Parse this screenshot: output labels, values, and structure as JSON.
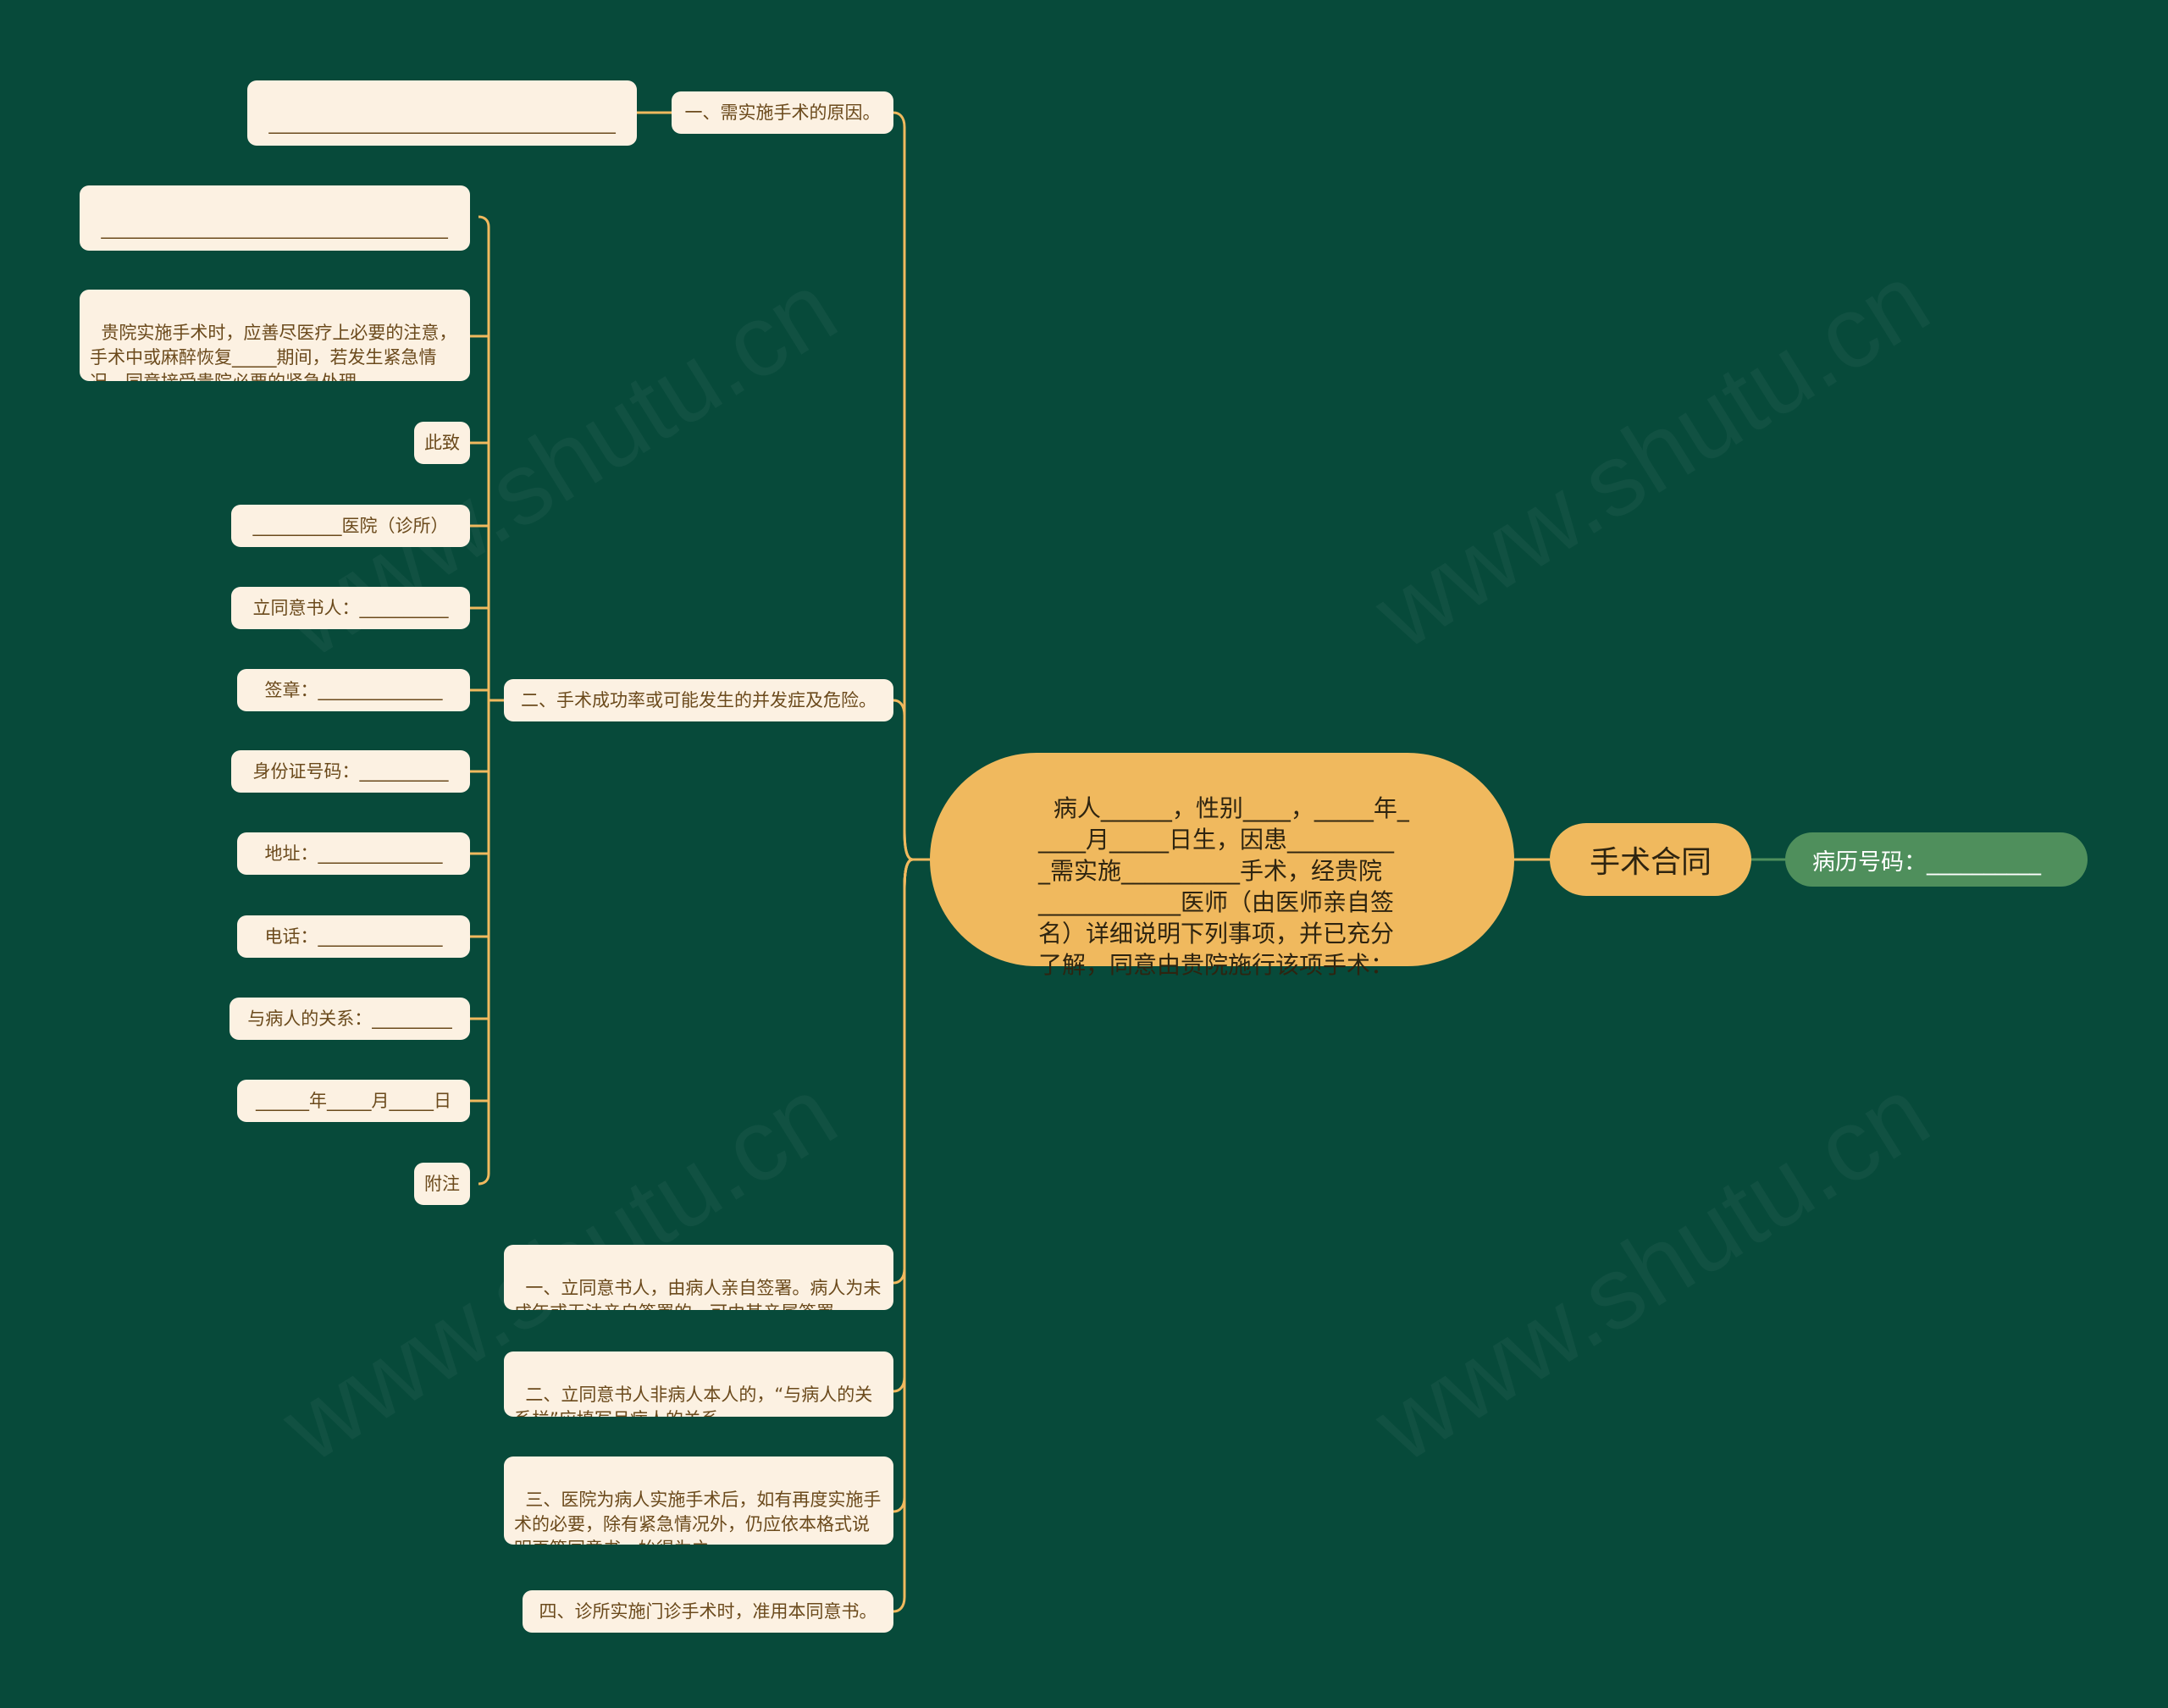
{
  "root": {
    "label": "手术合同"
  },
  "record_number": {
    "label": "病历号码：__________"
  },
  "center": {
    "text": "病人______，性别____，_____年_\n____月_____日生，因患_________\n_需实施__________手术，经贵院\n____________医师（由医师亲自签\n名）详细说明下列事项，并已充分\n了解，同意由贵院施行该项手术："
  },
  "branches": {
    "reason": {
      "label": "一、需实施手术的原因。",
      "detail": "_______________________________________\n_____"
    },
    "risk": {
      "label": "二、手术成功率或可能发生的并发症及危险。",
      "items": [
        "_______________________________________\n_____",
        "贵院实施手术时，应善尽医疗上必要的注意，手术中或麻醉恢复_____期间，若发生紧急情况，同意接受贵院必要的紧急处理。",
        "此致",
        "__________医院（诊所）",
        "立同意书人：__________",
        "签章：______________",
        "身份证号码：__________",
        "地址：______________",
        "电话：______________",
        "与病人的关系：_________",
        "______年_____月_____日",
        "附注"
      ]
    },
    "notes": [
      "一、立同意书人，由病人亲自签署。病人为未成年或无法亲自签署的，可由其亲属签署。",
      "二、立同意书人非病人本人的，“与病人的关系栏”应填写月病人的关系。",
      "三、医院为病人实施手术后，如有再度实施手术的必要，除有紧急情况外，仍应依本格式说明再签同意书，始得为之。",
      "四、诊所实施门诊手术时，准用本同意书。"
    ]
  },
  "colors": {
    "background": "#074a3a",
    "connector": "#f0b95e",
    "leaf": "#fcf1e2",
    "accent": "#4f8f5c"
  }
}
